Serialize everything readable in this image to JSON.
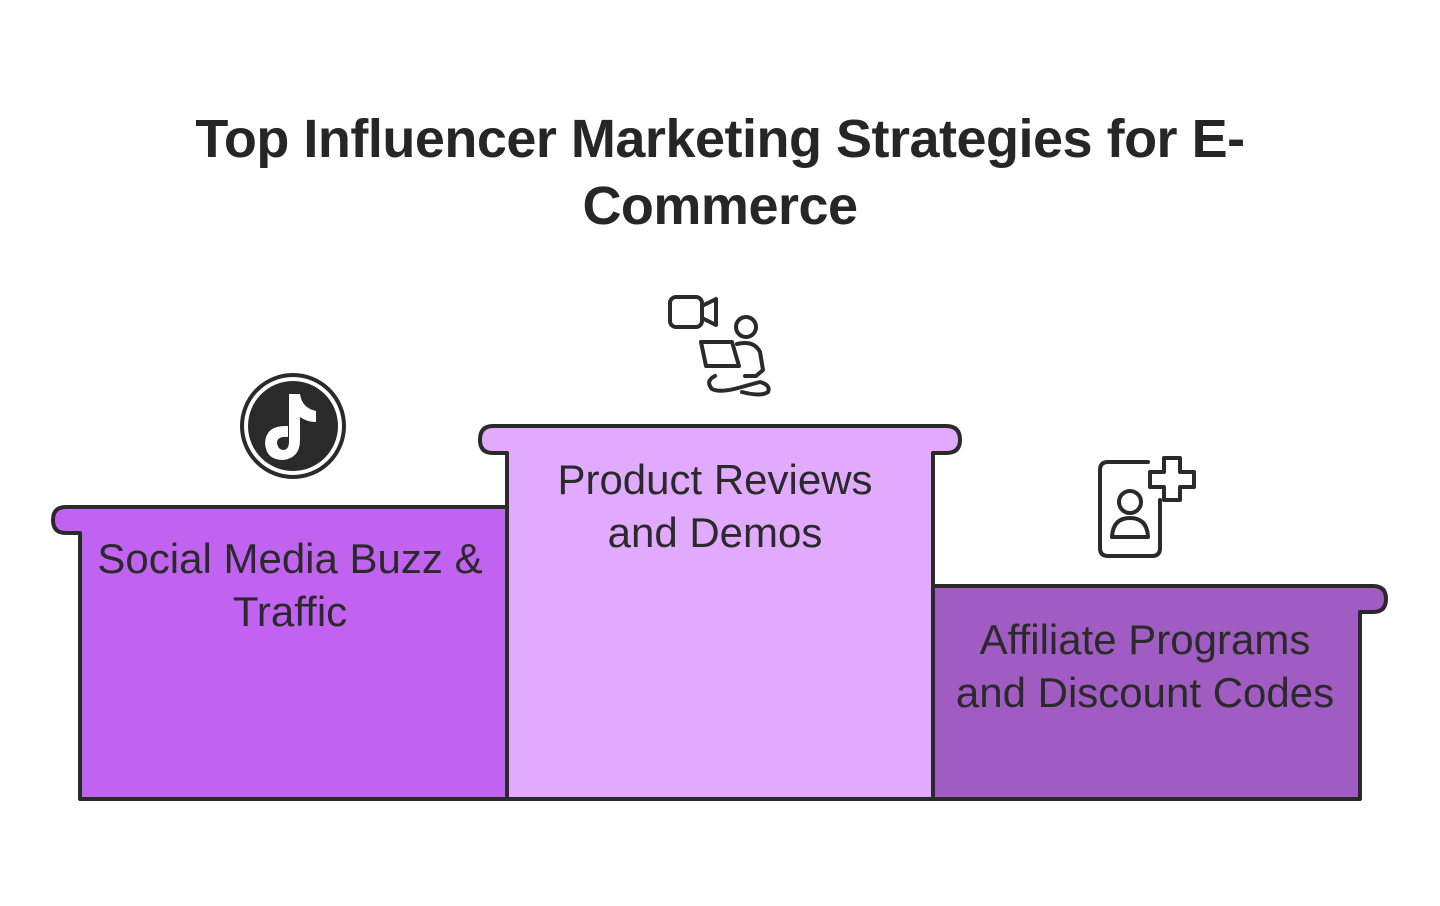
{
  "title": "Top Influencer Marketing Strategies for E-Commerce",
  "podiums": [
    {
      "position": "left",
      "label": "Social Media Buzz & Traffic",
      "icon": "tiktok-icon",
      "color": "#c163f0"
    },
    {
      "position": "center",
      "label": "Product Reviews and Demos",
      "icon": "video-creator-icon",
      "color": "#e2aaff"
    },
    {
      "position": "right",
      "label": "Affiliate Programs and Discount Codes",
      "icon": "add-user-icon",
      "color": "#a05cc2"
    }
  ],
  "colors": {
    "outline": "#2a2a2a",
    "title": "#262626"
  }
}
